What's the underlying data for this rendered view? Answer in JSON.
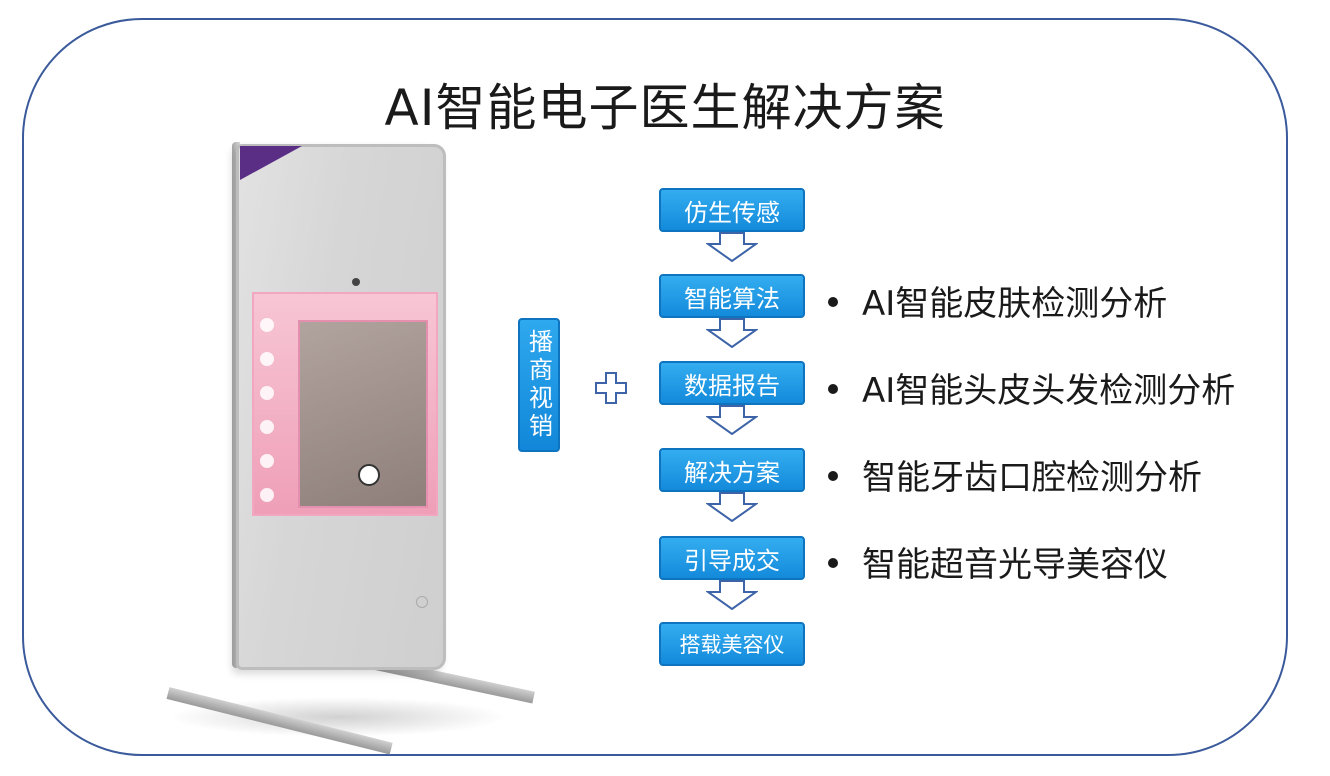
{
  "title": "AI智能电子医生解决方案",
  "side_label": "播商视销",
  "steps": [
    {
      "label": "仿生传感"
    },
    {
      "label": "智能算法"
    },
    {
      "label": "数据报告"
    },
    {
      "label": "解决方案"
    },
    {
      "label": "引导成交"
    },
    {
      "label": "搭载美容仪"
    }
  ],
  "features": [
    "AI智能皮肤检测分析",
    "AI智能头皮头发检测分析",
    "智能牙齿口腔检测分析",
    "智能超音光导美容仪"
  ],
  "colors": {
    "frame": "#3a5a9c",
    "step_fill": "#1f97e3",
    "step_border": "#0f74c0",
    "arrow": "#3d64a8"
  },
  "icons": [
    "plus-icon",
    "down-arrow-icon",
    "camera-icon"
  ]
}
